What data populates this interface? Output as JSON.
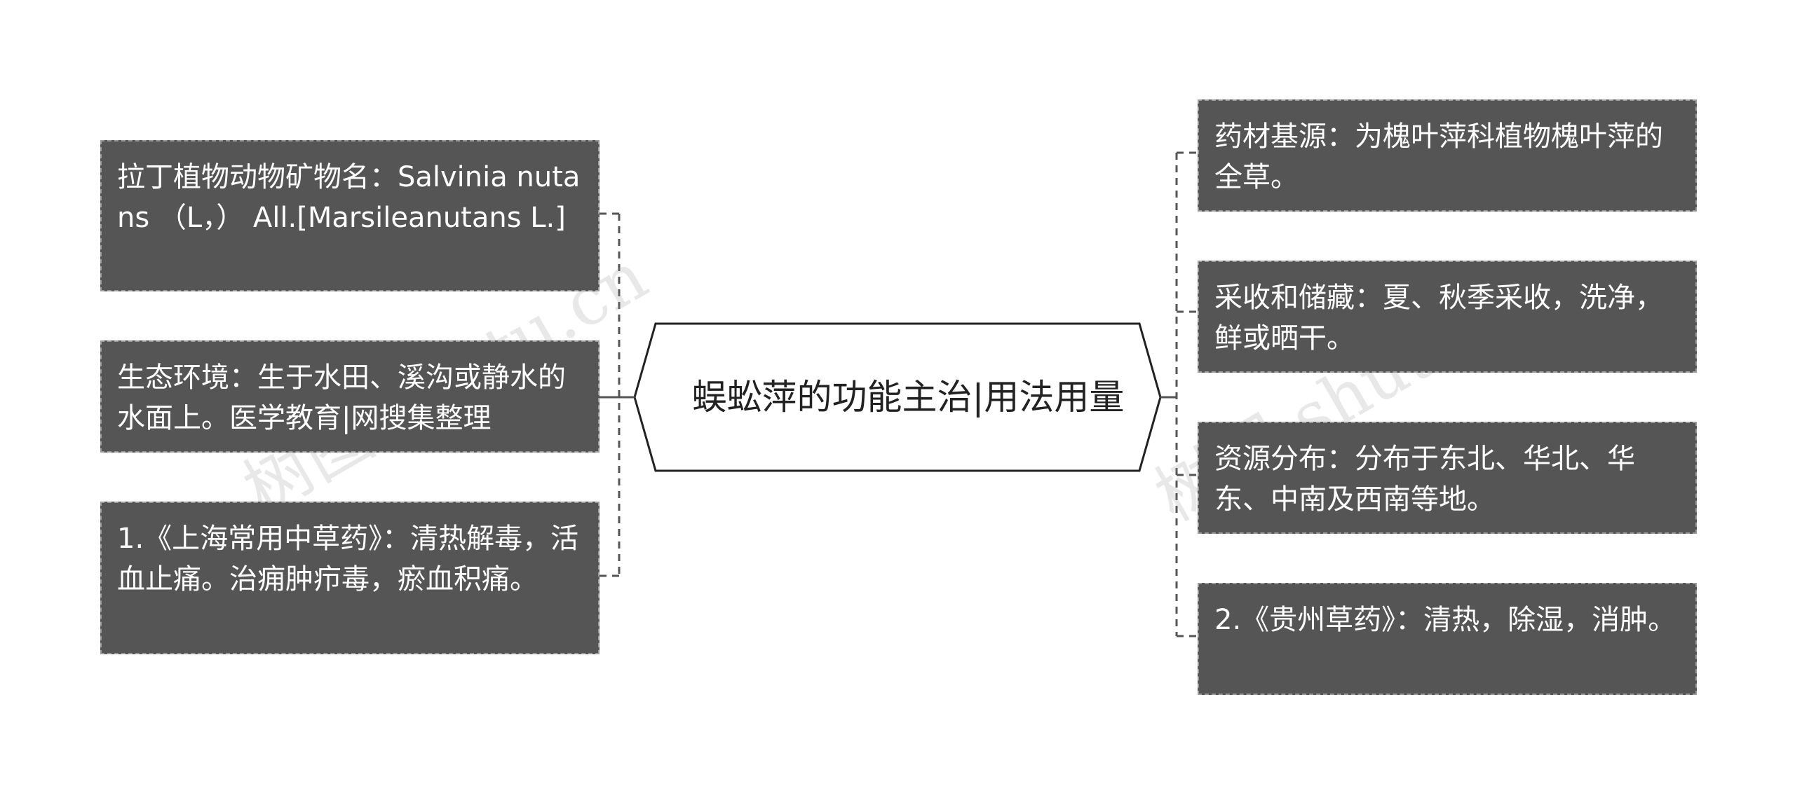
{
  "center": {
    "title": "蜈蚣萍的功能主治|用法用量"
  },
  "left_nodes": [
    "拉丁植物动物矿物名：Salvinia nutans （L，） All.[Marsileanutans L.]",
    "生态环境：生于水田、溪沟或静水的水面上。医学教育|网搜集整理",
    "1.《上海常用中草药》：清热解毒，活血止痛。治痈肿疖毒，瘀血积痛。"
  ],
  "right_nodes": [
    "药材基源：为槐叶萍科植物槐叶萍的全草。",
    "采收和储藏：夏、秋季采收，洗净，鲜或晒干。",
    "资源分布：分布于东北、华北、华东、中南及西南等地。",
    "2.《贵州草药》：清热，除湿，消肿。"
  ],
  "watermarks": [
    "树图 shutu.cn",
    "树图 shutu.cn"
  ],
  "colors": {
    "node_fill": "#555555",
    "node_border": "#9a9a9a",
    "connector": "#555555",
    "center_border": "#222222",
    "center_fill": "#ffffff"
  }
}
